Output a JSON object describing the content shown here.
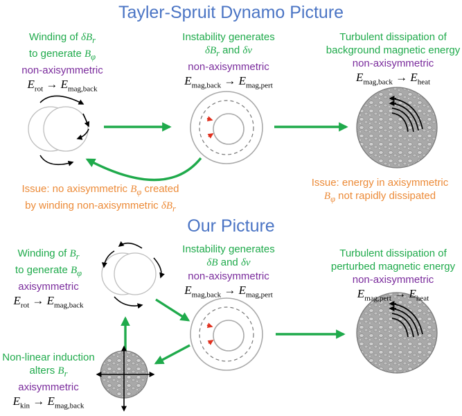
{
  "titles": {
    "top": "Tayler-Spruit Dynamo Picture",
    "bottom": "Our Picture"
  },
  "top": {
    "winding": {
      "line1_prefix": "Winding of ",
      "line1_sym": "δB",
      "line1_sub": "r",
      "line2_prefix": "to generate ",
      "line2_sym": "B",
      "line2_sub": "φ",
      "line3": "non-axisymmetric",
      "eq_lhs": "E",
      "eq_lhs_sub": "rot",
      "eq_rhs": "E",
      "eq_rhs_sub": "mag,back"
    },
    "instability": {
      "line1": "Instability generates",
      "line2_sym1": "δB",
      "line2_sub1": "r",
      "line2_mid": " and ",
      "line2_sym2": "δv",
      "line3": "non-axisymmetric",
      "eq_lhs": "E",
      "eq_lhs_sub": "mag,back",
      "eq_rhs": "E",
      "eq_rhs_sub": "mag,pert"
    },
    "turbulent": {
      "line1": "Turbulent dissipation of",
      "line2": "background magnetic energy",
      "line3": "non-axisymmetric",
      "eq_lhs": "E",
      "eq_lhs_sub": "mag,back",
      "eq_rhs": "E",
      "eq_rhs_sub": "heat"
    },
    "issue_left": {
      "line1_prefix": "Issue: no axisymmetric ",
      "line1_sym": "B",
      "line1_sub": "φ",
      "line1_suffix": " created",
      "line2_prefix": "by winding non-axisymmetric ",
      "line2_sym": "δB",
      "line2_sub": "r"
    },
    "issue_right": {
      "line1": "Issue: energy in axisymmetric",
      "line2_sym": "B",
      "line2_sub": "φ",
      "line2_suffix": " not rapidly dissipated"
    }
  },
  "bottom": {
    "winding": {
      "line1_prefix": "Winding of ",
      "line1_sym": "B",
      "line1_sub": "r",
      "line2_prefix": "to generate ",
      "line2_sym": "B",
      "line2_sub": "φ",
      "line3": "axisymmetric",
      "eq_lhs": "E",
      "eq_lhs_sub": "rot",
      "eq_rhs": "E",
      "eq_rhs_sub": "mag,back"
    },
    "instability": {
      "line1": "Instability generates",
      "line2_sym1": "δB",
      "line2_mid": " and ",
      "line2_sym2": "δv",
      "line3": "non-axisymmetric",
      "eq_lhs": "E",
      "eq_lhs_sub": "mag,back",
      "eq_rhs": "E",
      "eq_rhs_sub": "mag,pert"
    },
    "turbulent": {
      "line1": "Turbulent dissipation of",
      "line2": "perturbed magnetic energy",
      "line3": "non-axisymmetric",
      "eq_lhs": "E",
      "eq_lhs_sub": "mag,pert",
      "eq_rhs": "E",
      "eq_rhs_sub": "heat"
    },
    "induction": {
      "line1": "Non-linear induction",
      "line2_prefix": "alters ",
      "line2_sym": "B",
      "line2_sub": "r",
      "line3": "axisymmetric",
      "eq_lhs": "E",
      "eq_lhs_sub": "kin",
      "eq_rhs": "E",
      "eq_rhs_sub": "mag,back"
    }
  },
  "arrow_glyph": "→",
  "colors": {
    "title": "#4a74c4",
    "green": "#1faa4b",
    "purple": "#7a2b9c",
    "orange": "#ec8a37",
    "flow_arrow": "#1faa4b",
    "perturbation": "#e0301e"
  }
}
